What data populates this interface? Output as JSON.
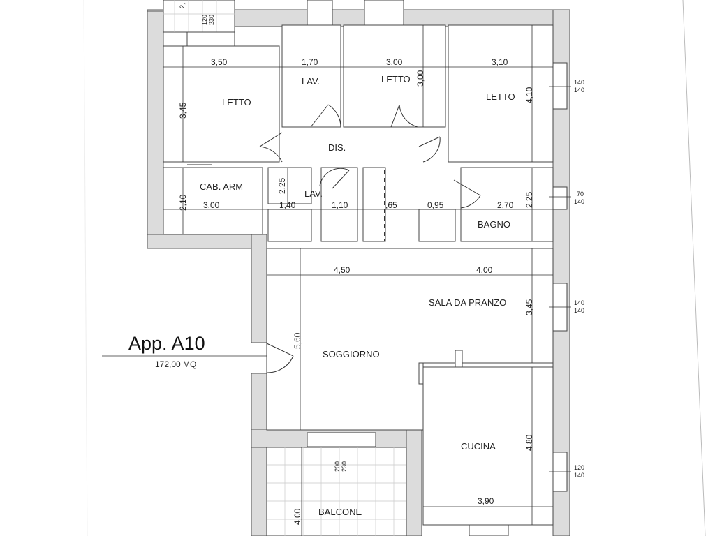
{
  "plan": {
    "title": "App. A10",
    "area": "172,00 MQ"
  },
  "rooms": {
    "letto1": "LETTO",
    "lav1": "LAV.",
    "letto2": "LETTO",
    "letto3": "LETTO",
    "dis": "DIS.",
    "cab_arm": "CAB. ARM",
    "lav2": "LAV.",
    "bagno": "BAGNO",
    "sala": "SALA DA PRANZO",
    "soggiorno": "SOGGIORNO",
    "cucina": "CUCINA",
    "balcone": "BALCONE"
  },
  "dims": {
    "d1": "3,50",
    "d2": "1,70",
    "d3": "3,00",
    "d4": "3,10",
    "d5": "3,45",
    "d6": "3,00",
    "d7": "4,10",
    "d8": "2,25",
    "d9": "2,10",
    "d10": "3,00",
    "d11": "1,40",
    "d12": "1,10",
    "d13": ",65",
    "d14": "0,95",
    "d15": "2,70",
    "d16": "2,25",
    "d17": "4,50",
    "d18": "4,00",
    "d19": "3,45",
    "d20": "5,60",
    "d21": "4,80",
    "d22": "3,90",
    "d23": "4,00"
  },
  "windows": {
    "w_top_a": "120",
    "w_top_b": "230",
    "w1a": "140",
    "w1b": "140",
    "w2a": "70",
    "w2b": "140",
    "w3a": "140",
    "w3b": "140",
    "w4a": "120",
    "w4b": "140",
    "w_bal_a": "200",
    "w_bal_b": "230",
    "top_edge": "2,"
  },
  "colors": {
    "wall": "#dcdcdc",
    "line": "#333333",
    "frame": "#bbbbbb"
  }
}
